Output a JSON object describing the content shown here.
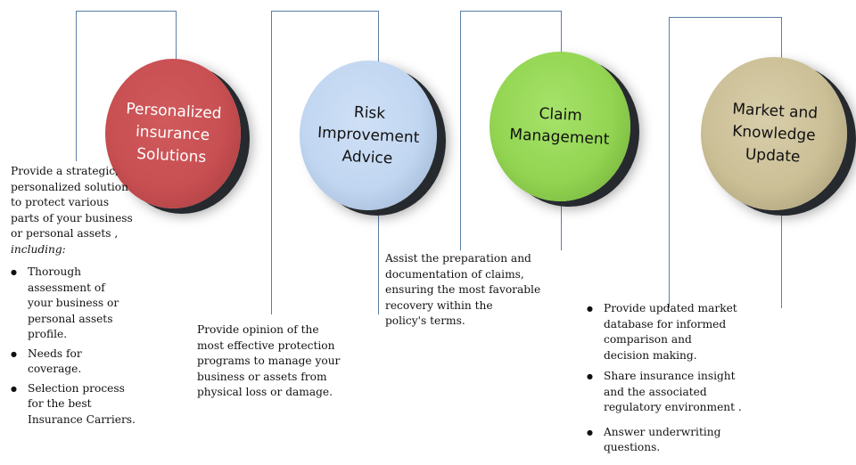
{
  "steps": [
    {
      "title": "Personalized\ninsurance\nSolutions",
      "intro": "Provide a strategic,\npersonalized solution\nto protect various\nparts of your business\nor personal assets ,",
      "intro_em": "including:",
      "bullets": [
        "Thorough\nassessment of\nyour business or\npersonal assets\nprofile.",
        "Needs for\ncoverage.",
        "Selection process\nfor the best\nInsurance Carriers."
      ]
    },
    {
      "title": "Risk\nImprovement\nAdvice",
      "intro": "Provide opinion of the\nmost effective protection\nprograms to manage your\nbusiness or assets from\nphysical loss or damage."
    },
    {
      "title": "Claim\nManagement",
      "intro": "Assist the preparation and\ndocumentation of claims,\nensuring the most favorable\nrecovery within the\npolicy's terms."
    },
    {
      "title": "Market and\nKnowledge\nUpdate",
      "bullets": [
        "Provide updated market\ndatabase for informed\ncomparison and\ndecision making.",
        "Share insurance insight\nand the associated\nregulatory environment .",
        "Answer underwriting\nquestions."
      ]
    }
  ],
  "colors": {
    "connector": "#5b7fa6",
    "step1": "#c84f52",
    "step2": "#c1d6f1",
    "step3": "#93d552",
    "step4": "#cbbf96"
  }
}
